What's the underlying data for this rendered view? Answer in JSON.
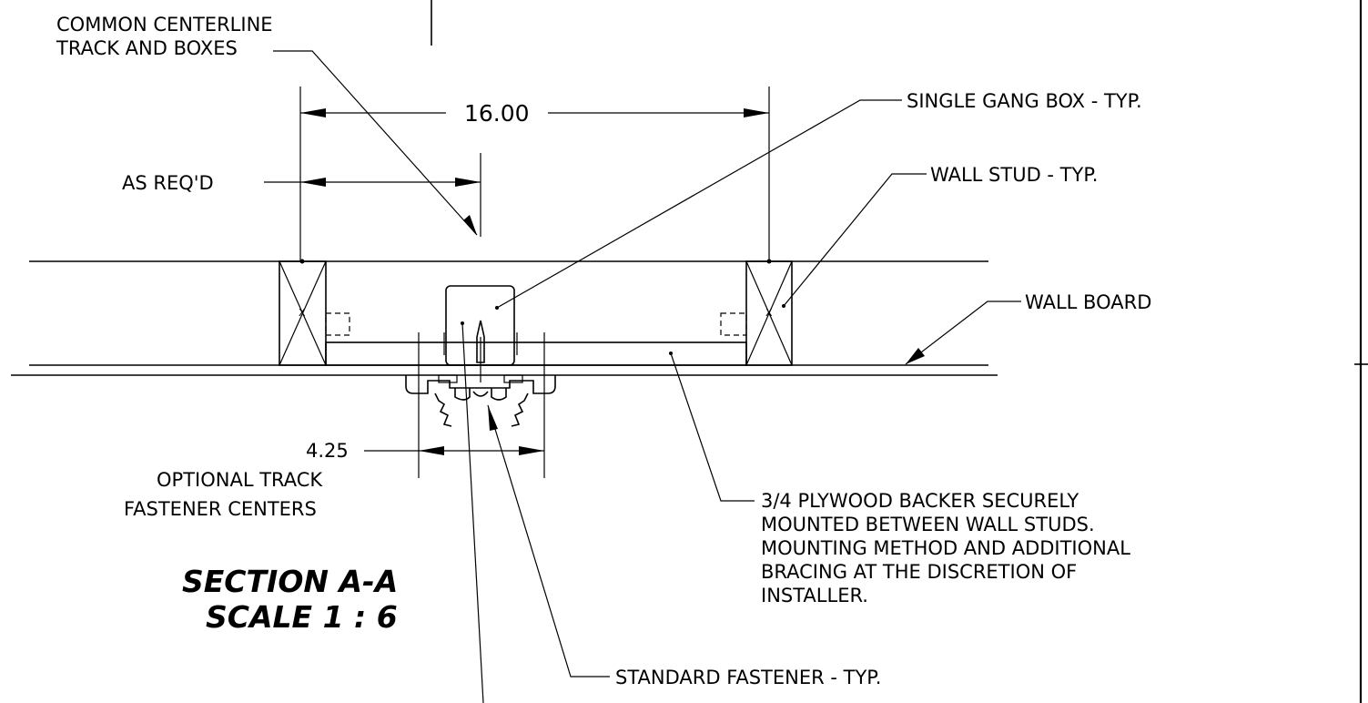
{
  "labels": {
    "centerline_1": "COMMON CENTERLINE",
    "centerline_2": "TRACK AND BOXES",
    "dim_16": "16.00",
    "as_reqd": "AS REQ'D",
    "single_gang_box": "SINGLE GANG BOX - TYP.",
    "wall_stud": "WALL STUD - TYP.",
    "wall_board": "WALL BOARD",
    "dim_425": "4.25",
    "optional_1": "OPTIONAL TRACK",
    "optional_2": "FASTENER CENTERS",
    "plywood_1": "3/4 PLYWOOD BACKER SECURELY",
    "plywood_2": "MOUNTED BETWEEN WALL STUDS.",
    "plywood_3": "MOUNTING METHOD AND ADDITIONAL",
    "plywood_4": "BRACING AT THE  DISCRETION OF",
    "plywood_5": "INSTALLER.",
    "section_title": "SECTION A-A",
    "section_scale": "SCALE 1 : 6",
    "standard_fastener": "STANDARD FASTENER  - TYP.",
    "stud_mark_left": "X",
    "stud_mark_right": "X"
  }
}
